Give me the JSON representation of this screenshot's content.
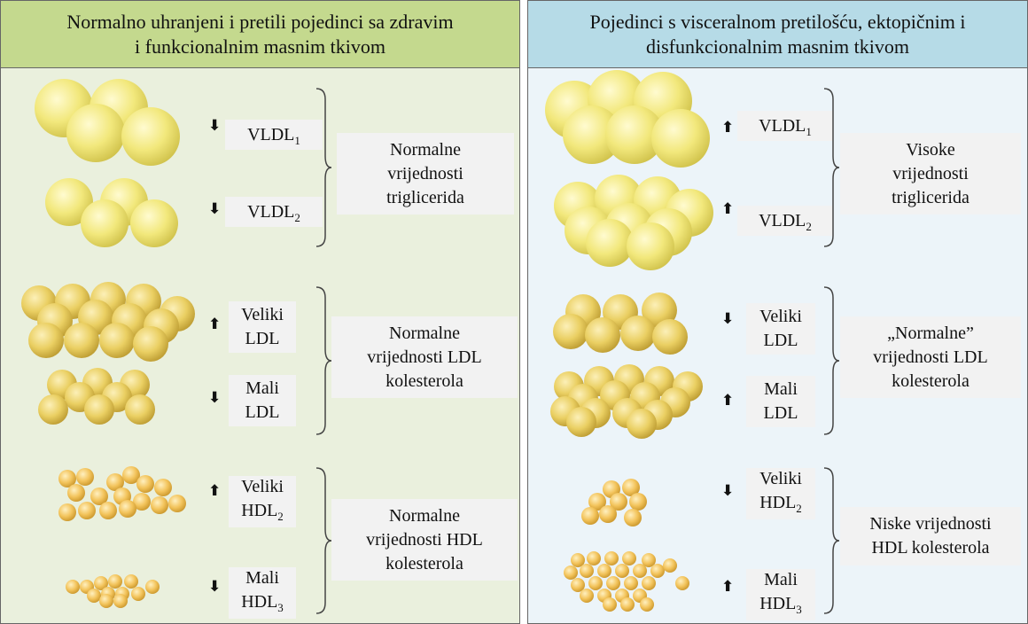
{
  "colors": {
    "left_background": "#eaf0dd",
    "left_header": "#c4d98e",
    "right_background": "#ecf4f9",
    "right_header": "#b6dbe7",
    "particle_vldl": "#f2e87c",
    "particle_ldl": "#eacf62",
    "particle_hdl": "#f3c45c"
  },
  "left": {
    "header_line1": "Normalno uhranjeni i pretili pojedinci sa zdravim",
    "header_line2": "i funkcionalnim masnim tkivom",
    "vldl1": {
      "arrow": "down",
      "name": "VLDL",
      "sub": "1"
    },
    "vldl2": {
      "arrow": "down",
      "name": "VLDL",
      "sub": "2"
    },
    "ldl_large": {
      "arrow": "up",
      "line1": "Veliki",
      "line2": "LDL"
    },
    "ldl_small": {
      "arrow": "down",
      "line1": "Mali",
      "line2": "LDL"
    },
    "hdl_large": {
      "arrow": "up",
      "line1": "Veliki",
      "line2": "HDL",
      "sub": "2"
    },
    "hdl_small": {
      "arrow": "down",
      "line1": "Mali",
      "line2": "HDL",
      "sub": "3"
    },
    "summary_tg": {
      "line1": "Normalne",
      "line2": "vrijednosti",
      "line3": "triglicerida"
    },
    "summary_ldl": {
      "line1": "Normalne",
      "line2": "vrijednosti LDL",
      "line3": "kolesterola"
    },
    "summary_hdl": {
      "line1": "Normalne",
      "line2": "vrijednosti HDL",
      "line3": "kolesterola"
    }
  },
  "right": {
    "header_line1": "Pojedinci s visceralnom pretilošću, ektopičnim i",
    "header_line2": "disfunkcionalnim masnim tkivom",
    "vldl1": {
      "arrow": "up",
      "name": "VLDL",
      "sub": "1"
    },
    "vldl2": {
      "arrow": "up",
      "name": "VLDL",
      "sub": "2"
    },
    "ldl_large": {
      "arrow": "down",
      "line1": "Veliki",
      "line2": "LDL"
    },
    "ldl_small": {
      "arrow": "up",
      "line1": "Mali",
      "line2": "LDL"
    },
    "hdl_large": {
      "arrow": "down",
      "line1": "Veliki",
      "line2": "HDL",
      "sub": "2"
    },
    "hdl_small": {
      "arrow": "up",
      "line1": "Mali",
      "line2": "HDL",
      "sub": "3"
    },
    "summary_tg": {
      "line1": "Visoke",
      "line2": "vrijednosti",
      "line3": "triglicerida"
    },
    "summary_ldl": {
      "line1": "„Normalne”",
      "line2": "vrijednosti LDL",
      "line3": "kolesterola"
    },
    "summary_hdl": {
      "line1": "Niske vrijednosti",
      "line2": "HDL kolesterola"
    }
  }
}
